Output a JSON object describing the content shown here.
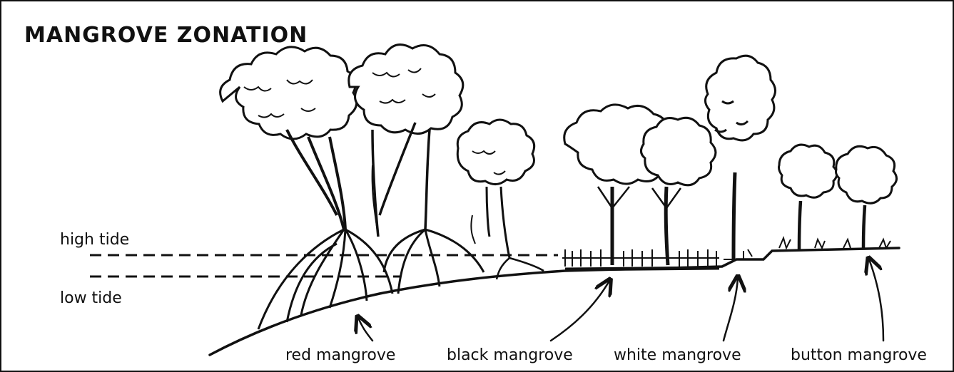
{
  "title": "MANGROVE ZONATION",
  "tide_labels": {
    "high": "high tide",
    "low": "low tide"
  },
  "species_labels": {
    "red": "red mangrove",
    "black": "black mangrove",
    "white": "white mangrove",
    "button": "button mangrove"
  },
  "colors": {
    "ink": "#111111",
    "background": "#ffffff"
  }
}
